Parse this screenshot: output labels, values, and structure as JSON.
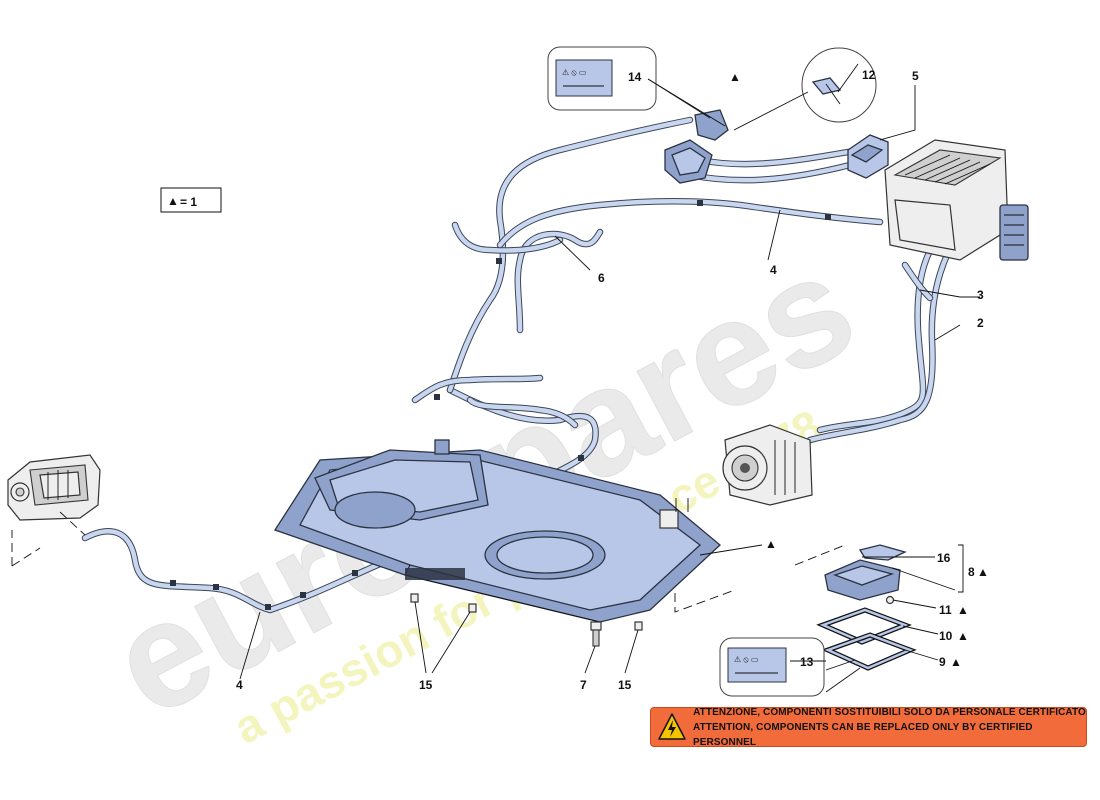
{
  "legend": {
    "symbol": "▲",
    "text": "= 1"
  },
  "callouts": {
    "c2": "2",
    "c3": "3",
    "c4a": "4",
    "c4b": "4",
    "c5": "5",
    "c6": "6",
    "c7": "7",
    "c8": "8",
    "c9": "9",
    "c10": "10",
    "c11": "11",
    "c12": "12",
    "c13": "13",
    "c14": "14",
    "c15a": "15",
    "c15b": "15",
    "c16": "16"
  },
  "markers": {
    "triangle": "▲"
  },
  "watermark": {
    "brand": "eurospares",
    "tagline": "a passion for parts since 1978",
    "colors": {
      "brand": "#e6e6e6",
      "tagline": "#f2f2b0"
    }
  },
  "warning": {
    "line_it": "ATTENZIONE, COMPONENTI SOSTITUIBILI SOLO DA PERSONALE CERTIFICATO",
    "line_en": "ATTENTION, COMPONENTS CAN BE REPLACED ONLY BY CERTIFIED PERSONNEL",
    "icon": "high-voltage-warning-icon",
    "colors": {
      "background": "#f26b3a",
      "icon": "#f5c400"
    }
  },
  "colors": {
    "parts": "#b8c7e8",
    "outline": "#2b3342"
  }
}
